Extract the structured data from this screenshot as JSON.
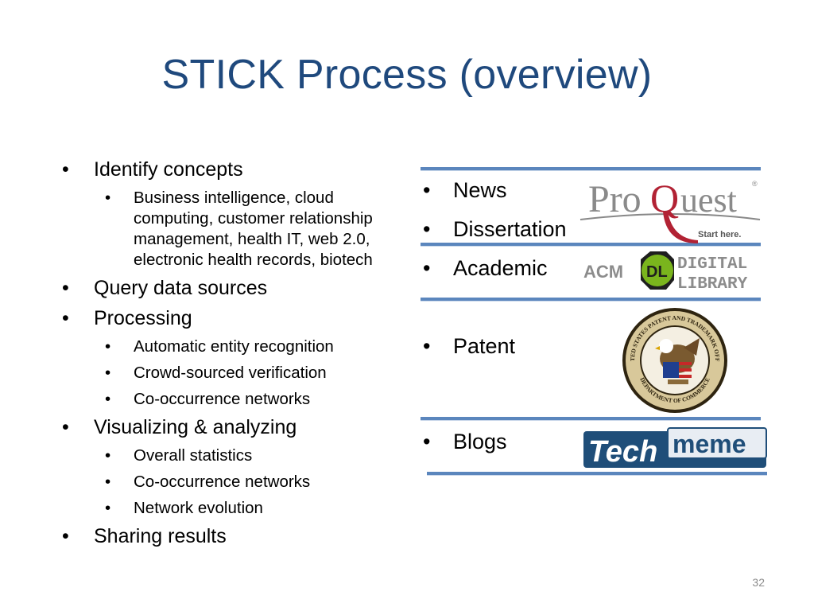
{
  "slide": {
    "title": "STICK Process (overview)",
    "page_number": "32"
  },
  "left_list": {
    "identify": "Identify concepts",
    "identify_sub": "Business intelligence, cloud computing, customer relationship management, health IT, web 2.0, electronic health records, biotech",
    "query": "Query data sources",
    "processing": "Processing",
    "processing_sub": [
      "Automatic entity recognition",
      "Crowd-sourced verification",
      "Co-occurrence networks"
    ],
    "visualizing": "Visualizing & analyzing",
    "visualizing_sub": [
      "Overall statistics",
      "Co-occurrence networks",
      "Network evolution"
    ],
    "sharing": "Sharing results"
  },
  "right_list": {
    "news": "News",
    "dissertation": "Dissertation",
    "academic": "Academic",
    "patent": "Patent",
    "blogs": "Blogs"
  },
  "logos": {
    "proquest_main": "ProQuest",
    "proquest_tagline": "Start here.",
    "acm_left": "ACM",
    "acm_badge": "DL",
    "acm_line1": "DIGITAL",
    "acm_line2": "LIBRARY",
    "uspto_ring_top": "UNITED STATES PATENT AND TRADEMARK OFFICE",
    "uspto_ring_bottom": "DEPARTMENT OF COMMERCE",
    "techmeme_tech": "Tech",
    "techmeme_meme": "meme"
  },
  "colors": {
    "title": "#1f497d",
    "divider": "#5b86bd",
    "proquest_red": "#b22234",
    "acm_green": "#7ab51d",
    "techmeme_blue": "#1f4e79"
  }
}
